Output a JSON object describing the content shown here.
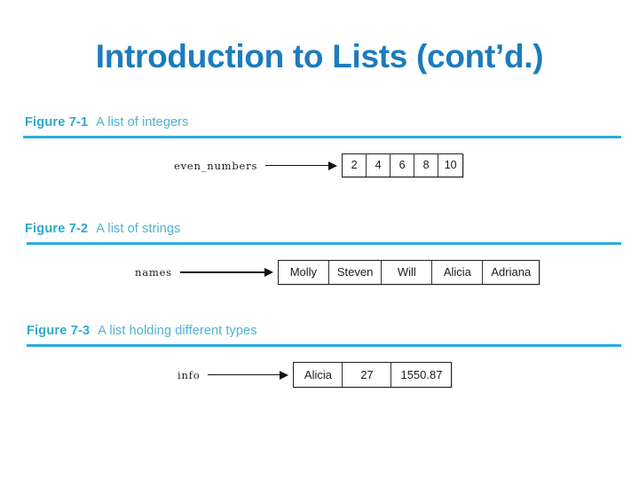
{
  "slide": {
    "title": "Introduction to Lists (cont’d.)",
    "title_color": "#1C7CBE",
    "background_color": "#FFFFFF",
    "rule_color": "#2BAEDB",
    "figure_number_color": "#2CA9CE",
    "figure_description_color": "#4FB3D4"
  },
  "figures": [
    {
      "number": "Figure 7-1",
      "description": "A list of integers",
      "variable_label": "even_numbers",
      "arrow": "arrow-right",
      "cells": [
        "2",
        "4",
        "6",
        "8",
        "10"
      ]
    },
    {
      "number": "Figure 7-2",
      "description": "A list of strings",
      "variable_label": "names",
      "arrow": "arrow-right",
      "cells": [
        "Molly",
        "Steven",
        "Will",
        "Alicia",
        "Adriana"
      ]
    },
    {
      "number": "Figure 7-3",
      "description": "A list holding different types",
      "variable_label": "info",
      "arrow": "arrow-right",
      "cells": [
        "Alicia",
        "27",
        "1550.87"
      ]
    }
  ]
}
